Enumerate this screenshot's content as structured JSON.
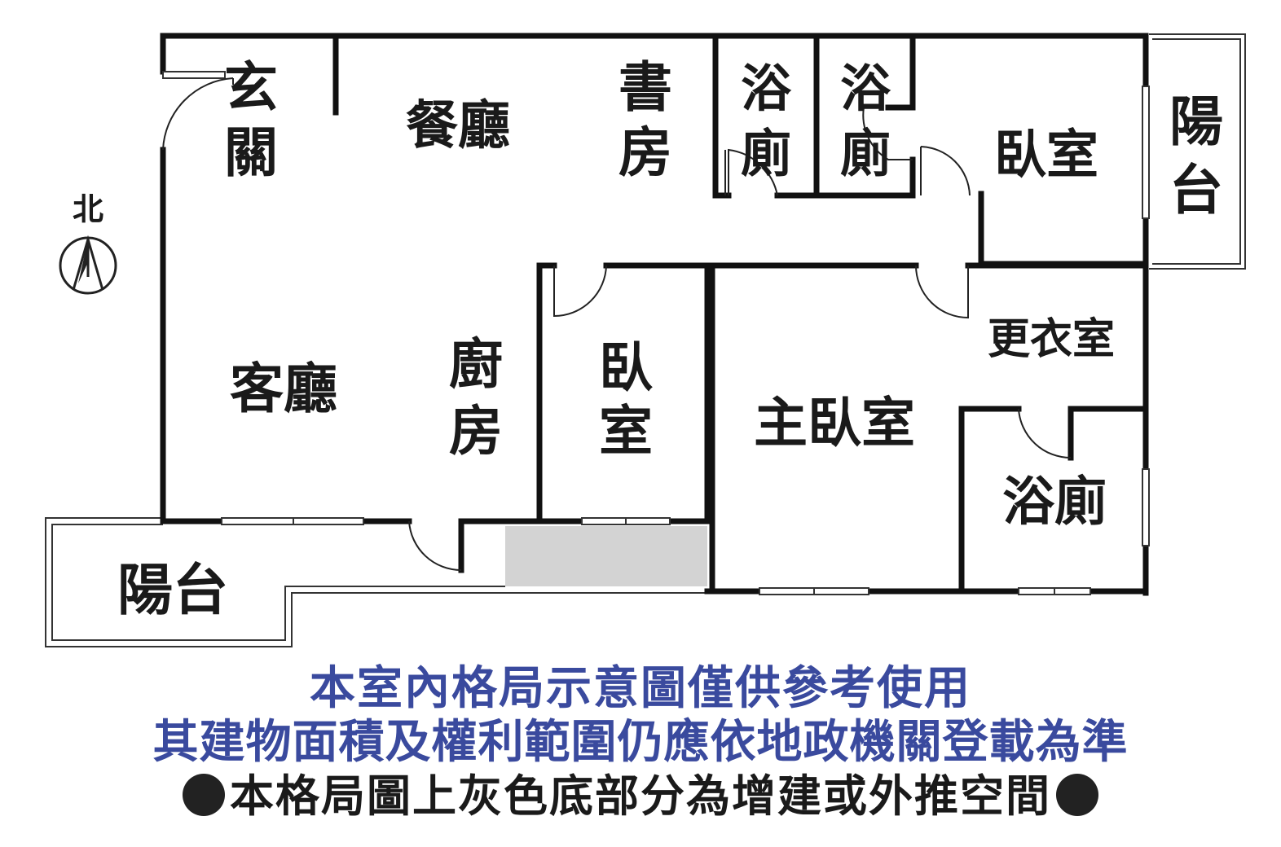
{
  "colors": {
    "wall": "#111111",
    "note_blue": "#3a4a9e",
    "note_dark": "#1a1a1a",
    "extension_gray": "#d3d3d3"
  },
  "compass": {
    "label": "北",
    "icon": "north-arrow-icon"
  },
  "rooms": {
    "entrance": [
      "玄",
      "關"
    ],
    "dining": "餐廳",
    "study": [
      "書",
      "房"
    ],
    "bath_a": [
      "浴",
      "廁"
    ],
    "bath_b": [
      "浴",
      "廁"
    ],
    "bedroom_ne": "臥室",
    "balcony_east": [
      "陽",
      "台"
    ],
    "living": "客廳",
    "kitchen": [
      "廚",
      "房"
    ],
    "bedroom_mid": [
      "臥",
      "室"
    ],
    "master_bedroom": "主臥室",
    "dressing_room": "更衣室",
    "master_bath": "浴廁",
    "balcony_sw": "陽台"
  },
  "notes": {
    "line1": "本室內格局示意圖僅供參考使用",
    "line2": "其建物面積及權利範圍仍應依地政機關登載為準",
    "line3": "本格局圖上灰色底部分為增建或外推空間"
  }
}
